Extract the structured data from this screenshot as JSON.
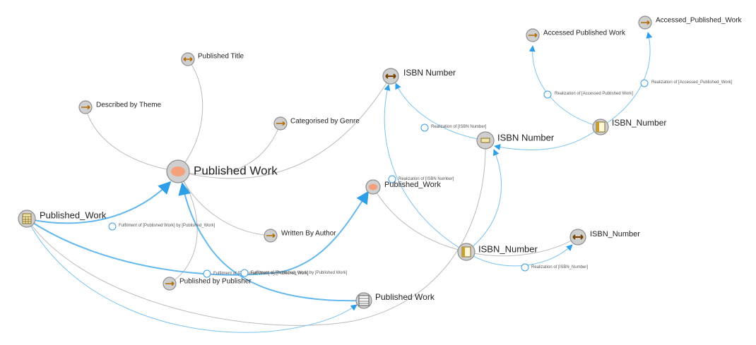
{
  "graph": {
    "nodes": {
      "published_work_main": "Published Work",
      "published_title": "Published Title",
      "described_by_theme": "Described by Theme",
      "categorised_by_genre": "Categorised by Genre",
      "written_by_author": "Written By Author",
      "published_by_publisher": "Published by Publisher",
      "published_work_mid": "Published_Work",
      "published_work_left": "Published_Work",
      "published_work_bottom": "Published Work",
      "isbn_number_top": "ISBN Number",
      "isbn_number_mid": "ISBN Number",
      "isbn_number_center": "ISBN_Number",
      "isbn_number_right": "ISBN_Number",
      "isbn_number_far": "ISBN_Number",
      "accessed_published_work": "Accessed Published Work",
      "accessed_published_work_alt": "Accessed_Published_Work"
    },
    "edge_labels": {
      "fulfilment_left": "Fulfilment of [Published Work] by [Published_Work]",
      "fulfilment_bottom_a": "Fulfilment of [Published Work] by [Published Work]",
      "fulfilment_bottom_b": "Fulfilment of [Published_Work] by [Published Work]",
      "realization_isbn_a": "Realization of [ISBN Number]",
      "realization_isbn_b": "Realization of [ISBN Number]",
      "realization_isbn_c": "Realization of [ISBN_Number]",
      "realization_accessed_a": "Realization of [Accessed Published Work]",
      "realization_accessed_b": "Realization of [Accessed_Published_Work]"
    }
  }
}
